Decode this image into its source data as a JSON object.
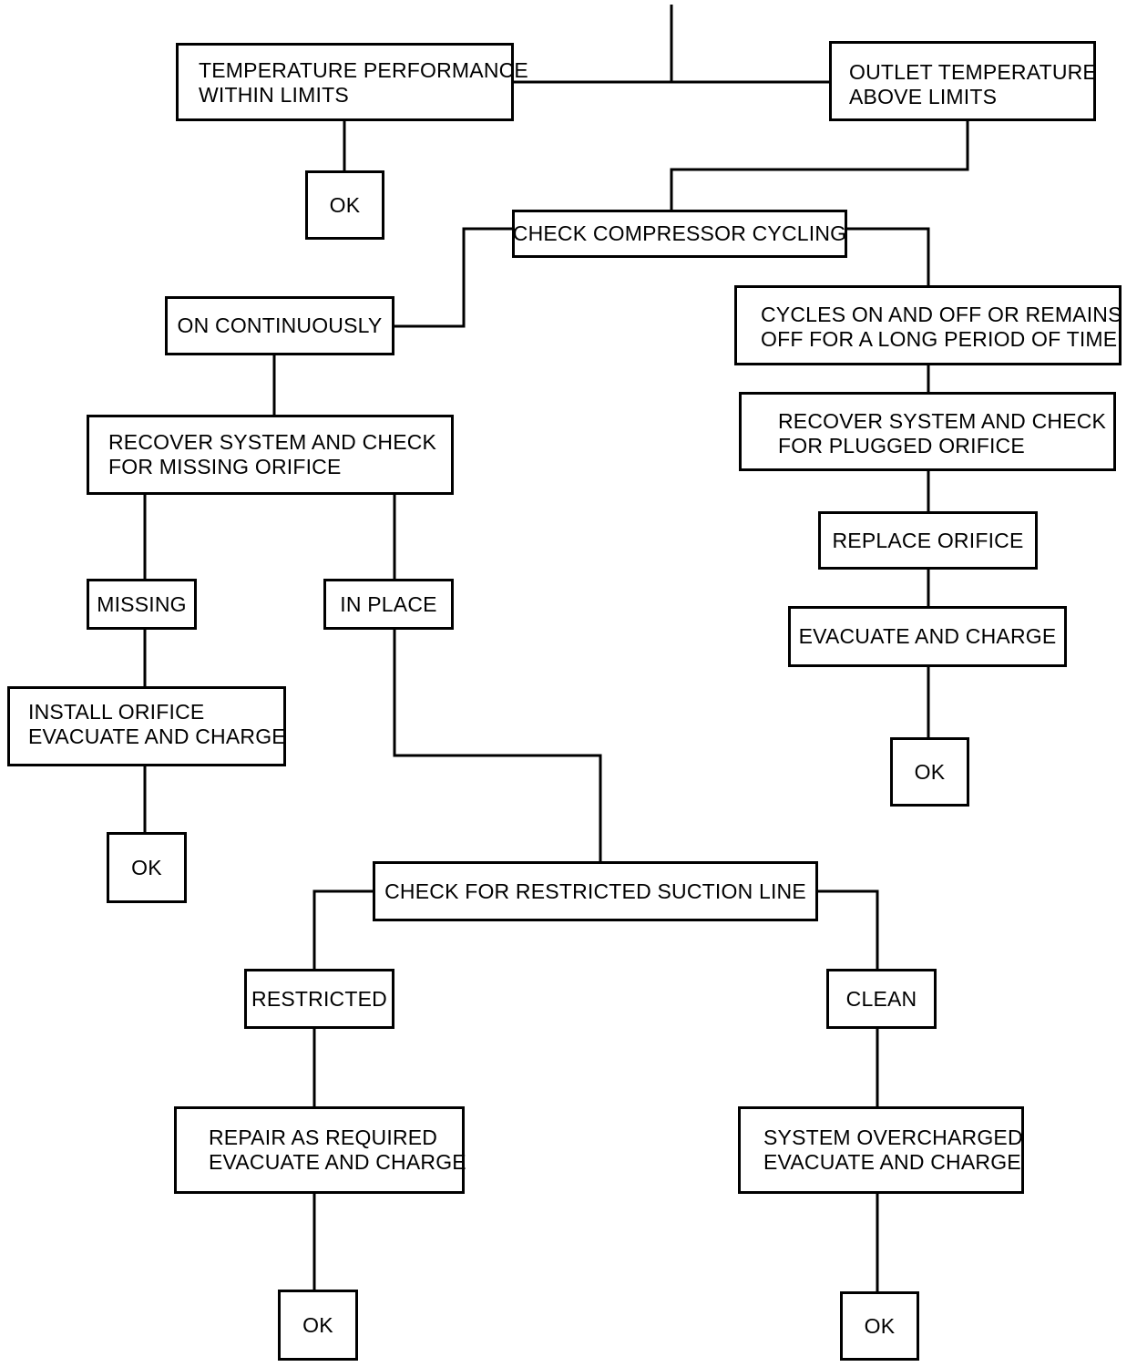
{
  "flowchart": {
    "within_limits": [
      "TEMPERATURE PERFORMANCE",
      "WITHIN LIMITS"
    ],
    "above_limits": [
      "OUTLET TEMPERATURE",
      "ABOVE LIMITS"
    ],
    "ok_top": "OK",
    "check_cycling": "CHECK COMPRESSOR CYCLING",
    "on_continuously": "ON CONTINUOUSLY",
    "cycles_on_off": [
      "CYCLES ON AND OFF OR REMAINS",
      "OFF FOR A LONG PERIOD OF TIME"
    ],
    "recover_missing": [
      "RECOVER SYSTEM AND CHECK",
      "FOR MISSING ORIFICE"
    ],
    "recover_plugged": [
      "RECOVER SYSTEM AND CHECK",
      "FOR PLUGGED ORIFICE"
    ],
    "replace_orifice": "REPLACE ORIFICE",
    "evacuate_charge": "EVACUATE AND CHARGE",
    "ok_right": "OK",
    "missing": "MISSING",
    "in_place": "IN PLACE",
    "install_orifice": [
      "INSTALL ORIFICE",
      "EVACUATE AND CHARGE"
    ],
    "ok_left": "OK",
    "check_suction": "CHECK FOR RESTRICTED SUCTION LINE",
    "restricted": "RESTRICTED",
    "clean": "CLEAN",
    "repair": [
      "REPAIR AS REQUIRED",
      "EVACUATE AND CHARGE"
    ],
    "overcharged": [
      "SYSTEM OVERCHARGED",
      "EVACUATE AND CHARGE"
    ],
    "ok_bottom_left": "OK",
    "ok_bottom_right": "OK"
  }
}
